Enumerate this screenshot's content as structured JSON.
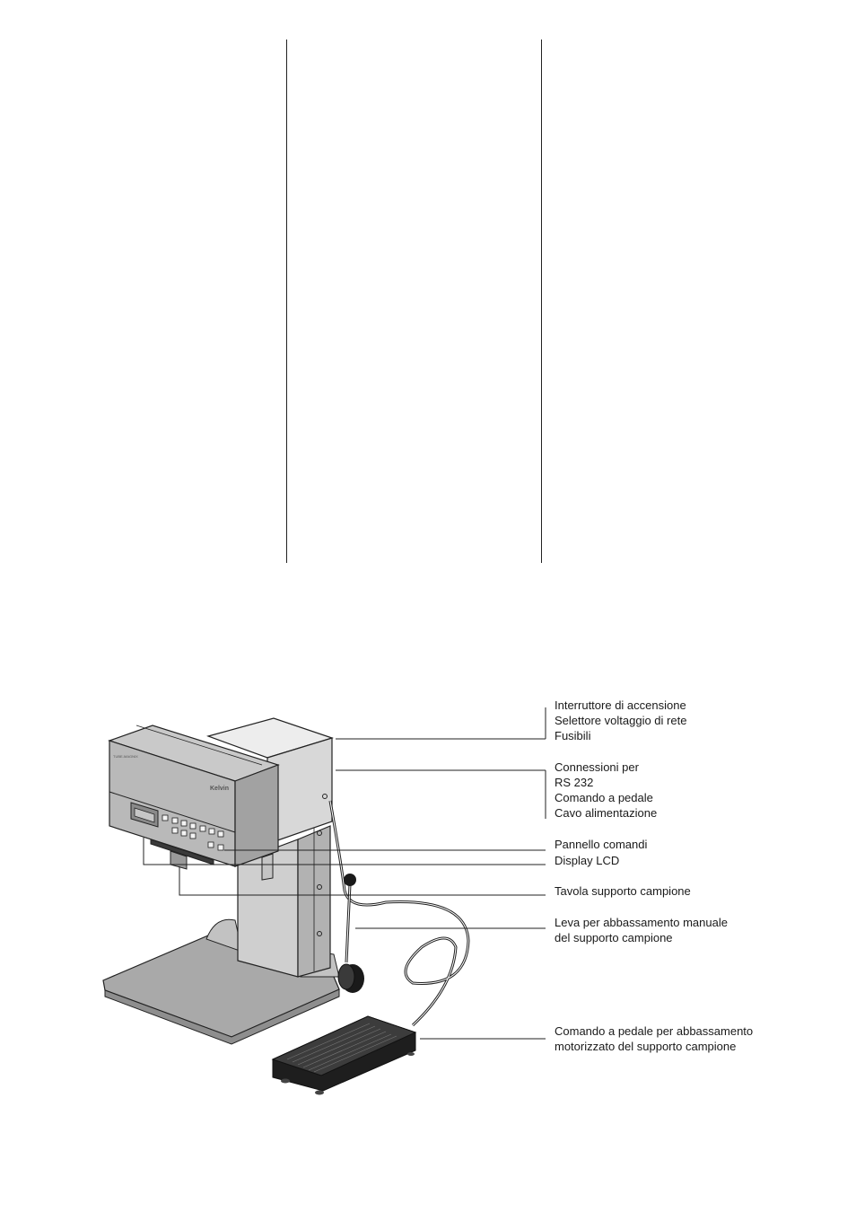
{
  "callouts": {
    "power_group": [
      "Interruttore di accensione",
      "Selettore voltaggio di rete",
      "Fusibili"
    ],
    "connections_group": [
      "Connessioni per",
      "RS 232",
      "Comando a pedale",
      "Cavo alimentazione"
    ],
    "control_panel": "Pannello comandi",
    "lcd_display": "Display LCD",
    "sample_table": "Tavola supporto campione",
    "manual_lever": [
      "Leva per abbassamento manuale",
      "del supporto campione"
    ],
    "foot_pedal": [
      "Comando a pedale per abbassamento",
      "motorizzato del supporto campione"
    ]
  },
  "colors": {
    "line": "#222222",
    "housing_light": "#d4d4d4",
    "housing_mid": "#b4b4b4",
    "housing_dark": "#8e8e8e",
    "pedal": "#2a2a2a"
  }
}
